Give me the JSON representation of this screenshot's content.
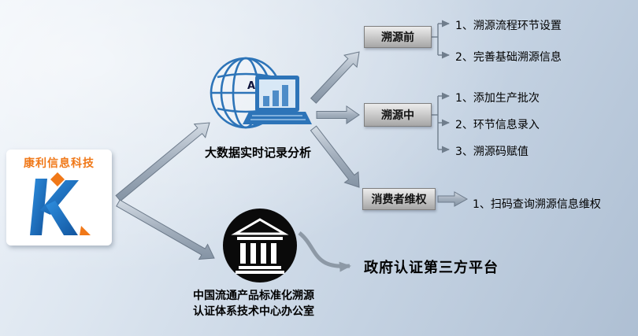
{
  "logo": {
    "company_name": "康利信息科技",
    "letter": "K",
    "accent_orange": "#f07818",
    "brand_blue": "#1e6fc0"
  },
  "analysis": {
    "label": "大数据实时记录分析",
    "monitor_letter": "A"
  },
  "certification": {
    "label_line1": "中国流通产品标准化溯源",
    "label_line2": "认证体系技术中心办公室"
  },
  "platform": {
    "label": "政府认证第三方平台"
  },
  "stages": [
    {
      "label": "溯源前",
      "items": [
        "1、溯源流程环节设置",
        "2、完善基础溯源信息"
      ]
    },
    {
      "label": "溯源中",
      "items": [
        "1、添加生产批次",
        "2、环节信息录入",
        "3、溯源码赋值"
      ]
    },
    {
      "label": "消费者维权",
      "items": [
        "1、扫码查询溯源信息维权"
      ]
    }
  ],
  "colors": {
    "arrow_gray": "#97a3b1",
    "connector_gray": "#6f7d8c",
    "box_gray": "#bfbfbf",
    "globe_blue": "#2d74b8",
    "bank_black": "#0a0a0a",
    "background_top": "#eef3f9",
    "background_bottom": "#aebfd3"
  }
}
